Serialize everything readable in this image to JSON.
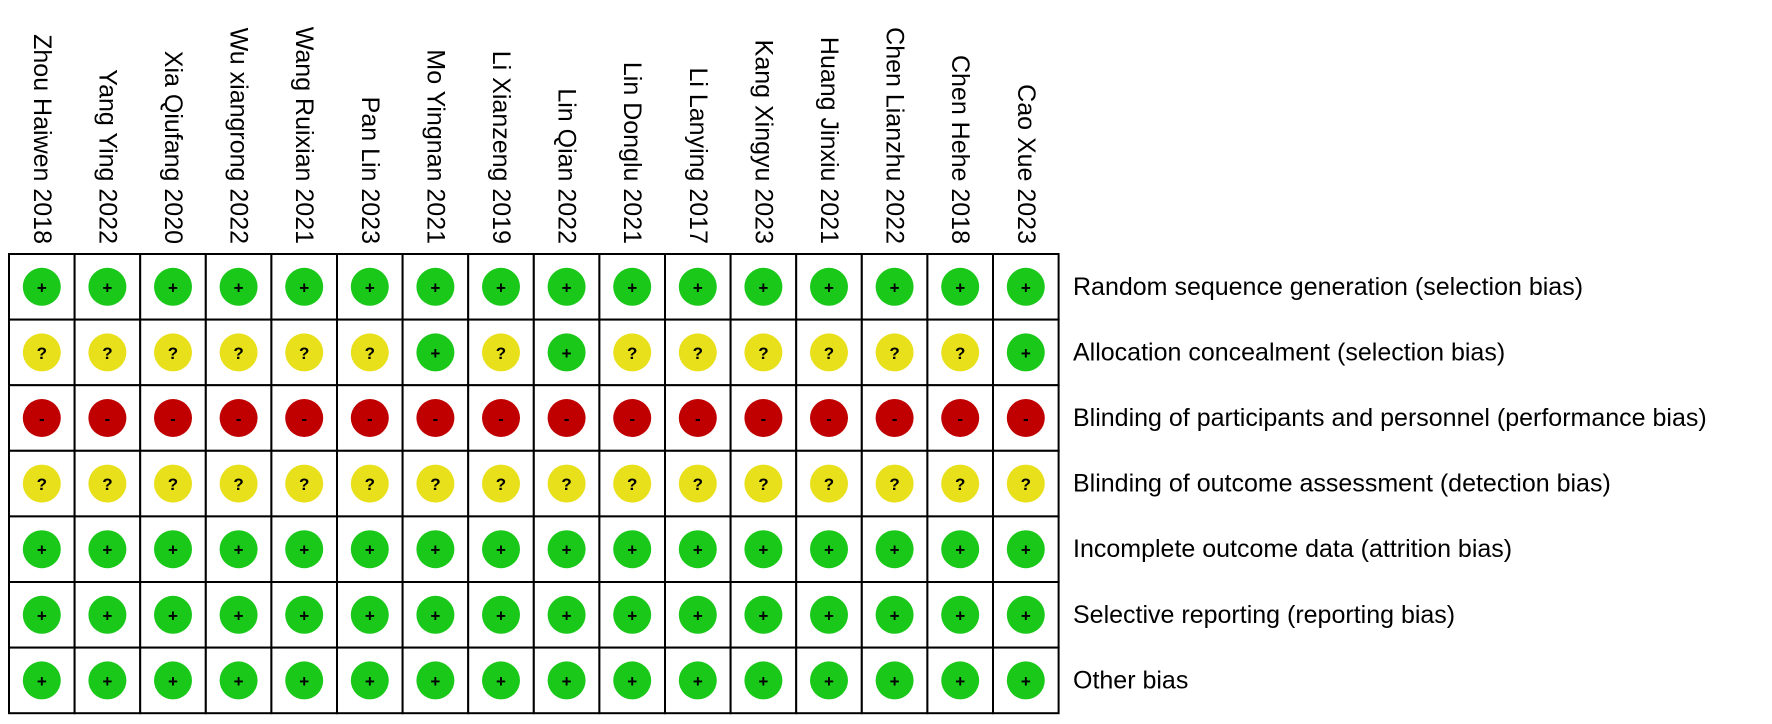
{
  "colors": {
    "low": "#1ac81a",
    "unclear": "#e8e01a",
    "high": "#c00000"
  },
  "symbols": {
    "low": "+",
    "unclear": "?",
    "high": "-"
  },
  "chart_data": {
    "type": "table",
    "studies": [
      "Zhou Haiwen 2018",
      "Yang Ying 2022",
      "Xia Qiufang 2020",
      "Wu xiangrong 2022",
      "Wang Ruixian 2021",
      "Pan Lin 2023",
      "Mo Yingnan 2021",
      "Li Xianzeng 2019",
      "Lin Qian 2022",
      "Lin Donglu 2021",
      "Li Lanying 2017",
      "Kang Xingyu 2023",
      "Huang Jinxiu 2021",
      "Chen Lianzhu 2022",
      "Chen Hehe 2018",
      "Cao Xue 2023"
    ],
    "domains": [
      "Random sequence generation (selection bias)",
      "Allocation concealment (selection bias)",
      "Blinding of participants and personnel (performance bias)",
      "Blinding of outcome assessment (detection bias)",
      "Incomplete outcome data (attrition bias)",
      "Selective reporting (reporting bias)",
      "Other bias"
    ],
    "judgements": [
      [
        "low",
        "low",
        "low",
        "low",
        "low",
        "low",
        "low",
        "low",
        "low",
        "low",
        "low",
        "low",
        "low",
        "low",
        "low",
        "low"
      ],
      [
        "unclear",
        "unclear",
        "unclear",
        "unclear",
        "unclear",
        "unclear",
        "low",
        "unclear",
        "low",
        "unclear",
        "unclear",
        "unclear",
        "unclear",
        "unclear",
        "unclear",
        "low"
      ],
      [
        "high",
        "high",
        "high",
        "high",
        "high",
        "high",
        "high",
        "high",
        "high",
        "high",
        "high",
        "high",
        "high",
        "high",
        "high",
        "high"
      ],
      [
        "unclear",
        "unclear",
        "unclear",
        "unclear",
        "unclear",
        "unclear",
        "unclear",
        "unclear",
        "unclear",
        "unclear",
        "unclear",
        "unclear",
        "unclear",
        "unclear",
        "unclear",
        "unclear"
      ],
      [
        "low",
        "low",
        "low",
        "low",
        "low",
        "low",
        "low",
        "low",
        "low",
        "low",
        "low",
        "low",
        "low",
        "low",
        "low",
        "low"
      ],
      [
        "low",
        "low",
        "low",
        "low",
        "low",
        "low",
        "low",
        "low",
        "low",
        "low",
        "low",
        "low",
        "low",
        "low",
        "low",
        "low"
      ],
      [
        "low",
        "low",
        "low",
        "low",
        "low",
        "low",
        "low",
        "low",
        "low",
        "low",
        "low",
        "low",
        "low",
        "low",
        "low",
        "low"
      ]
    ]
  }
}
